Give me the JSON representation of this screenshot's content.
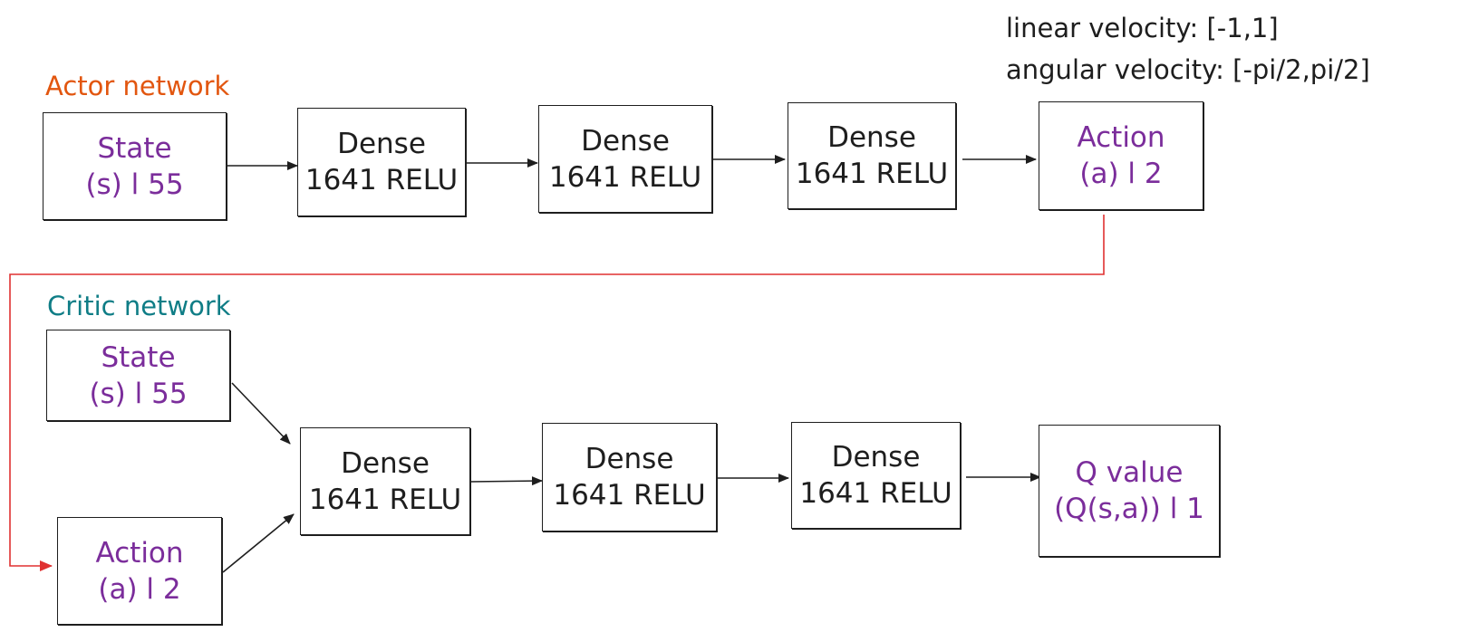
{
  "actor": {
    "title": "Actor network",
    "state": {
      "title": "State",
      "shape": "(s) l 55"
    },
    "dense1": {
      "title": "Dense",
      "spec": "1641 RELU"
    },
    "dense2": {
      "title": "Dense",
      "spec": "1641 RELU"
    },
    "dense3": {
      "title": "Dense",
      "spec": "1641 RELU"
    },
    "action": {
      "title": "Action",
      "shape": "(a) l 2"
    }
  },
  "action_ranges": {
    "linear": "linear velocity: [-1,1]",
    "angular": "angular velocity: [-pi/2,pi/2]"
  },
  "critic": {
    "title": "Critic network",
    "state": {
      "title": "State",
      "shape": "(s) l 55"
    },
    "action": {
      "title": "Action",
      "shape": "(a) l 2"
    },
    "dense1": {
      "title": "Dense",
      "spec": "1641 RELU"
    },
    "dense2": {
      "title": "Dense",
      "spec": "1641 RELU"
    },
    "dense3": {
      "title": "Dense",
      "spec": "1641 RELU"
    },
    "qvalue": {
      "title": "Q value",
      "shape": "(Q(s,a)) l 1"
    }
  },
  "colors": {
    "actor_title": "#e2560f",
    "critic_title": "#0f7d86",
    "io_text": "#7b2d9b",
    "stroke": "#1e1e1e",
    "feedback": "#e03131"
  }
}
